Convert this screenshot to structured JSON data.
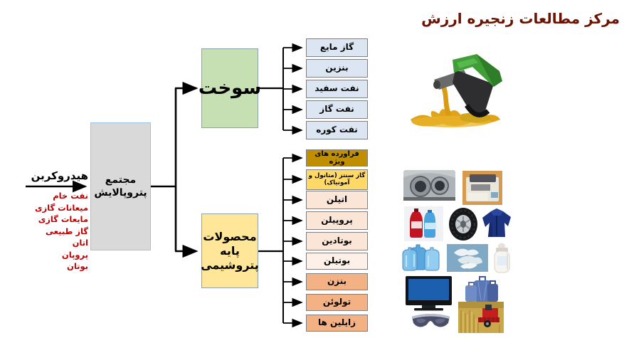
{
  "title": "مرکز مطالعات زنجیره ارزش",
  "flow": {
    "input_label": "هیدروکربن",
    "feedstocks": [
      "نفت خام",
      "میعانات گازی",
      "مایعات گازی",
      "گاز طبیعی",
      "اتان",
      "پروپان",
      "بوتان"
    ],
    "hub_label": "مجتمع پتروپالایش",
    "fuel_label": "سوخت",
    "fuel_products": [
      "گاز مایع",
      "بنزین",
      "نفت سفید",
      "نفت گاز",
      "نفت کوره"
    ],
    "petchem_label": "محصولات پایه پتروشیمی",
    "petchem_products": [
      "فراورده های ویژه",
      "گاز سنتز (متانول و آمونیاک)",
      "اتیلن",
      "پروپیلن",
      "بوتادین",
      "بوتیلن",
      "بنزن",
      "تولوئن",
      "زایلین ها"
    ]
  },
  "images": {
    "fuel_nozzle": "fuel-nozzle-pouring-gasoline",
    "headlight": "car-headlight",
    "printer": "printer",
    "bottles": "beverage-bottles",
    "tire": "tire",
    "jacket": "fleece-jacket",
    "water_jugs": "water-jugs",
    "plastic_bags": "plastic-bags",
    "baby_bottle": "baby-bottle",
    "tv": "television",
    "luggage": "luggage-set",
    "sunglasses": "sunglasses",
    "harvester": "combine-harvester-in-wheat-field"
  },
  "colors": {
    "title_text": "#6b1200",
    "feedstock_text": "#c00000",
    "hub_fill": "#d9d9d9",
    "fuel_fill": "#c6e0b4",
    "petchem_fill": "#ffe699",
    "fuel_product_fill": "#dce6f2",
    "special_products_fill": "#bf8f00",
    "syngas_fill": "#ffd966",
    "olefin_fill": "#fbe5d6",
    "butylene_fill": "#fdf0e8",
    "aromatic_fill": "#f4b183",
    "connector": "#000000"
  }
}
